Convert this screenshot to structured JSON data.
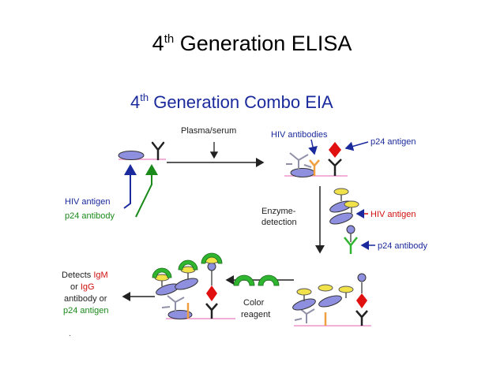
{
  "slide": {
    "title_number": "4",
    "title_superscript": "th",
    "title_rest": " Generation ELISA"
  },
  "diagram": {
    "heading_number": "4",
    "heading_superscript": "th",
    "heading_rest": " Generation Combo EIA",
    "plasma_serum": "Plasma/serum",
    "hiv_antibodies": "HIV antibodies",
    "p24_antigen": "p24 antigen",
    "hiv_antigen_left": "HIV antigen",
    "p24_antibody_left": "p24 antibody",
    "enzyme_line1": "Enzyme-",
    "enzyme_line2": "detection",
    "hiv_antigen_right": "HIV antigen",
    "p24_antibody_right": "p24 antibody",
    "color_line1": "Color",
    "color_line2": "reagent",
    "detects": "Detects ",
    "igm": "IgM",
    "or": "or ",
    "igg": "IgG",
    "antibody_or": "antibody or",
    "p24_antigen_bottom": "p24 antigen",
    "small_mark": "."
  },
  "colors": {
    "blue_label": "#1a2a9c",
    "red_label": "#d01010",
    "green_label": "#1a8a1a",
    "oval_fill": "#8f8fe0",
    "plate_line": "#f2b0d8",
    "yellow": "#f2e24a",
    "green_cap": "#2fb52f",
    "diamond": "#e01010",
    "orange": "#f0a040",
    "gray_ab": "#9090a8",
    "dark": "#222222"
  }
}
